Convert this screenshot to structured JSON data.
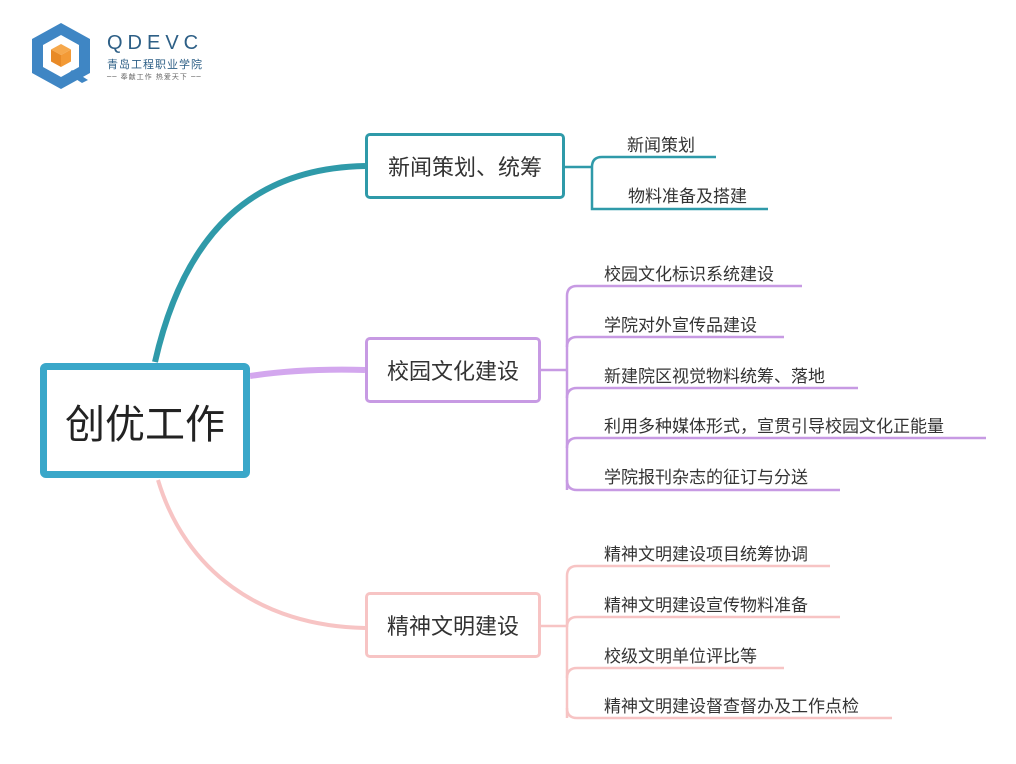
{
  "logo": {
    "title": "QDEVC",
    "subtitle": "青岛工程职业学院",
    "motto": "── 奉献工作   热爱天下 ──"
  },
  "colors": {
    "root": "#3aa7c9",
    "branch_0": "#2f9aa9",
    "branch_1": "#c79ae3",
    "branch_2": "#f7c4c4"
  },
  "mindmap": {
    "root": "创优工作",
    "branches": [
      {
        "label": "新闻策划、统筹",
        "items": [
          "新闻策划",
          "物料准备及搭建"
        ]
      },
      {
        "label": "校园文化建设",
        "items": [
          "校园文化标识系统建设",
          "学院对外宣传品建设",
          "新建院区视觉物料统筹、落地",
          "利用多种媒体形式，宣贯引导校园文化正能量",
          "学院报刊杂志的征订与分送"
        ]
      },
      {
        "label": "精神文明建设",
        "items": [
          "精神文明建设项目统筹协调",
          "精神文明建设宣传物料准备",
          "校级文明单位评比等",
          "精神文明建设督查督办及工作点检"
        ]
      }
    ]
  }
}
